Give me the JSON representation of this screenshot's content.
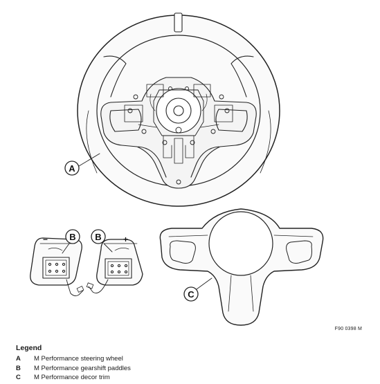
{
  "callouts": {
    "a": "A",
    "b_left": "B",
    "b_right": "B",
    "c": "C"
  },
  "paddle_signs": {
    "minus": "−",
    "plus": "+"
  },
  "figure_code": "F90 0398 M",
  "legend": {
    "title": "Legend",
    "items": [
      {
        "key": "A",
        "label": "M Performance steering wheel"
      },
      {
        "key": "B",
        "label": "M Performance gearshift paddles"
      },
      {
        "key": "C",
        "label": "M Performance decor trim"
      }
    ]
  }
}
